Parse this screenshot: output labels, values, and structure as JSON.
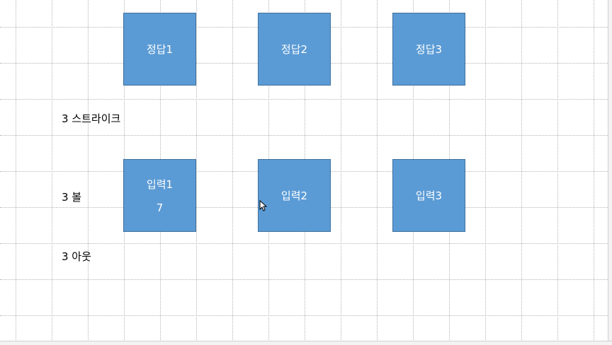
{
  "answers": [
    {
      "label": "정답1"
    },
    {
      "label": "정답2"
    },
    {
      "label": "정답3"
    }
  ],
  "inputs": [
    {
      "label": "입력1",
      "value": "7"
    },
    {
      "label": "입력2",
      "value": ""
    },
    {
      "label": "입력3",
      "value": ""
    }
  ],
  "results": {
    "strike": "3 스트라이크",
    "ball": "3 볼",
    "out": "3 아웃"
  },
  "colors": {
    "box_fill": "#5b9bd5",
    "box_border": "#41719c",
    "grid": "#b5b5b5"
  },
  "icons": {
    "cursor": "cursor-icon"
  }
}
